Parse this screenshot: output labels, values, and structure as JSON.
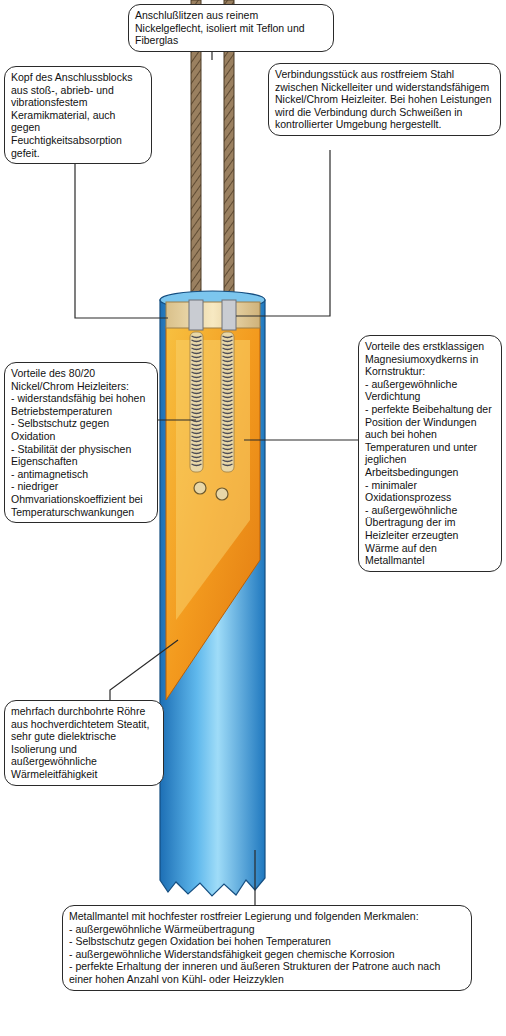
{
  "diagram": {
    "nodes": [
      {
        "text": [
          "Anschlußlitzen aus reinem Nickelgeflecht, isoliert mit Teflon und Fiberglas"
        ]
      },
      {
        "text": [
          "Kopf des Anschlussblocks aus stoß-, abrieb- und vibrationsfestem Keramikmaterial, auch gegen Feuchtigkeitsabsorption gefeit."
        ]
      },
      {
        "text": [
          "Verbindungsstück aus rostfreiem Stahl zwischen Nickelleiter und widerstandsfähigem Nickel/Chrom Heizleiter. Bei hohen Leistungen wird die Verbindung durch Schweißen in kontrollierter Umgebung hergestellt."
        ]
      },
      {
        "text": [
          "Vorteile des 80/20 Nickel/Chrom Heizleiters:",
          "- widerstandsfähig bei hohen Betriebstemperaturen",
          "- Selbstschutz gegen Oxidation",
          "- Stabilität der physischen Eigenschaften",
          "- antimagnetisch",
          "- niedriger Ohmvariationskoeffizient bei Temperaturschwankungen"
        ]
      },
      {
        "text": [
          "Vorteile des erstklassigen Magnesiumoxydkerns in Kornstruktur:",
          "- außergewöhnliche Verdichtung",
          "- perfekte Beibehaltung der Position der Windungen auch bei hohen Temperaturen und unter jeglichen Arbeitsbedingungen",
          "- minimaler Oxidationsprozess",
          "- außergewöhnliche Übertragung der im Heizleiter erzeugten Wärme auf den Metallmantel"
        ]
      },
      {
        "text": [
          "mehrfach durchbohrte Röhre aus hochverdichtetem Steatit, sehr gute dielektrische Isolierung und außergewöhnliche Wärmeleitfähigkeit"
        ]
      },
      {
        "text": [
          "Metallmantel mit hochfester rostfreier Legierung und folgenden Merkmalen:",
          "- außergewöhnliche Wärmeübertragung",
          "- Selbstschutz gegen Oxidation bei hohen Temperaturen",
          "- außergewöhnliche Widerstandsfähigkeit gegen chemische Korrosion",
          "- perfekte Erhaltung der inneren und äußeren Strukturen der Patrone auch nach einer hohen Anzahl von Kühl- oder Heizzyklen"
        ]
      }
    ]
  }
}
